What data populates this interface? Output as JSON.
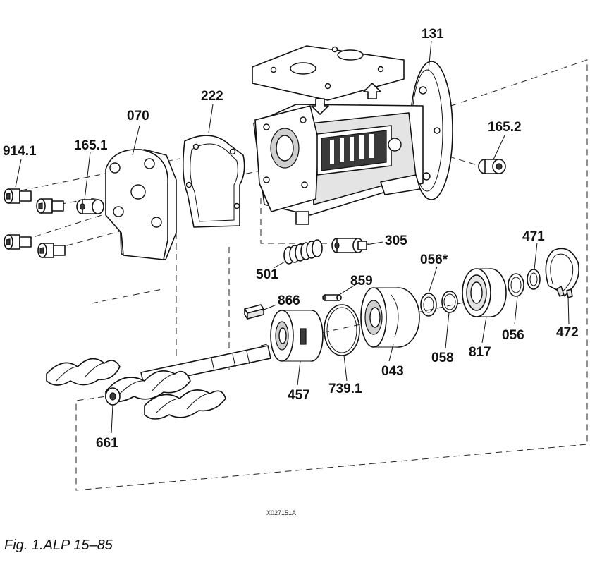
{
  "figure": {
    "caption": "Fig. 1.ALP 15–85",
    "drawing_code": "X027151A"
  },
  "callouts": {
    "c131": "131",
    "c070": "070",
    "c222": "222",
    "c9141": "914.1",
    "c1651": "165.1",
    "c1652": "165.2",
    "c305": "305",
    "c501": "501",
    "c471": "471",
    "c056s": "056*",
    "c859": "859",
    "c866": "866",
    "c472": "472",
    "c056": "056",
    "c058": "058",
    "c817": "817",
    "c043": "043",
    "c457": "457",
    "c7391": "739.1",
    "c661": "661"
  },
  "parts": {
    "p131": "pump-housing-icon",
    "p070": "end-cover-icon",
    "p222": "gasket-icon",
    "p9141": "socket-screw-icon",
    "p1651": "plug-icon",
    "p1652": "plug-icon",
    "p305": "valve-piston-icon",
    "p501": "spring-icon",
    "p471": "retaining-ring-icon",
    "p056s": "o-ring-icon",
    "p859": "pin-icon",
    "p866": "key-icon",
    "p472": "circlip-icon",
    "p056": "o-ring-icon",
    "p058": "ring-icon",
    "p817": "ball-bearing-icon",
    "p043": "seal-housing-icon",
    "p457": "shaft-seal-icon",
    "p7391": "o-ring-icon",
    "p661": "screw-rotor-icon"
  }
}
